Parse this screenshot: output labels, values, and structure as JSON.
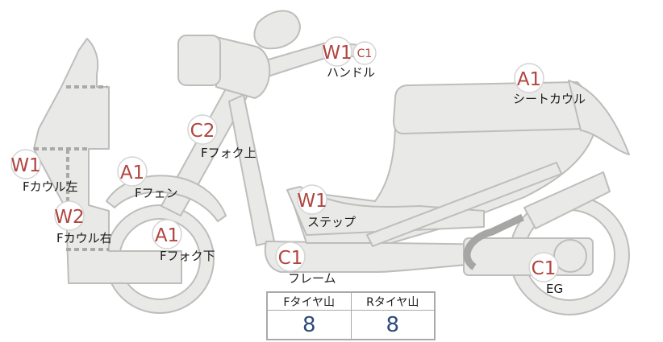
{
  "parts": [
    {
      "id": "handle",
      "grade": "W1",
      "grade2": "C1",
      "label": "ハンドル"
    },
    {
      "id": "seat-cowl",
      "grade": "A1",
      "label": "シートカウル"
    },
    {
      "id": "fork-upper",
      "grade": "C2",
      "label": "Fフォク上"
    },
    {
      "id": "cowl-left",
      "grade": "W1",
      "label": "Fカウル左"
    },
    {
      "id": "fender",
      "grade": "A1",
      "label": "Fフェン"
    },
    {
      "id": "cowl-right",
      "grade": "W2",
      "label": "Fカウル右"
    },
    {
      "id": "step",
      "grade": "W1",
      "label": "ステップ"
    },
    {
      "id": "fork-lower",
      "grade": "A1",
      "label": "Fフォク下"
    },
    {
      "id": "frame",
      "grade": "C1",
      "label": "フレーム"
    },
    {
      "id": "engine",
      "grade": "C1",
      "label": "EG"
    }
  ],
  "tread": {
    "front_label": "Fタイヤ山",
    "rear_label": "Rタイヤ山",
    "front_value": "8",
    "rear_value": "8"
  },
  "colors": {
    "body_fill": "#e9e9e7",
    "body_stroke": "#bdbdbb",
    "grade_text": "#b0463f",
    "value_text": "#2e4b7a"
  }
}
